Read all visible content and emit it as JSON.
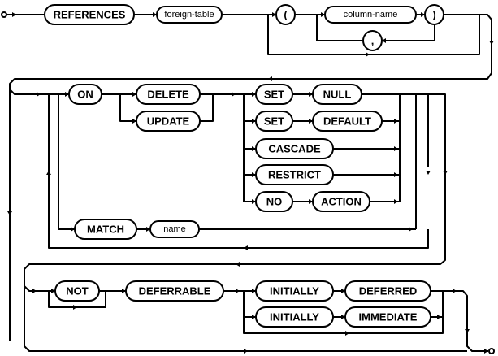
{
  "diagram": {
    "terminals": {
      "references": "REFERENCES",
      "open_paren": "(",
      "close_paren": ")",
      "comma": ",",
      "on": "ON",
      "delete": "DELETE",
      "update": "UPDATE",
      "set1": "SET",
      "null": "NULL",
      "set2": "SET",
      "default": "DEFAULT",
      "cascade": "CASCADE",
      "restrict": "RESTRICT",
      "no": "NO",
      "action": "ACTION",
      "match": "MATCH",
      "not": "NOT",
      "deferrable": "DEFERRABLE",
      "initially1": "INITIALLY",
      "deferred": "DEFERRED",
      "initially2": "INITIALLY",
      "immediate": "IMMEDIATE"
    },
    "nonterminals": {
      "foreign_table": "foreign-table",
      "column_name": "column-name",
      "name": "name"
    }
  }
}
